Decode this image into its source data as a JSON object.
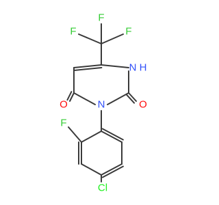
{
  "molecule": {
    "colors": {
      "bond": "#3a3a3a",
      "fluorine": "#33cc33",
      "oxygen": "#ff0d0d",
      "nitrogen": "#3050f8",
      "chlorine": "#1ff01f",
      "background": "#ffffff"
    },
    "atoms": {
      "f_top": "F",
      "f_left": "F",
      "f_right": "F",
      "nh": "H",
      "n_nh": "N",
      "o_left": "O",
      "n_ring": "N",
      "o_right": "O",
      "f_aryl": "F",
      "cl": "Cl"
    }
  }
}
